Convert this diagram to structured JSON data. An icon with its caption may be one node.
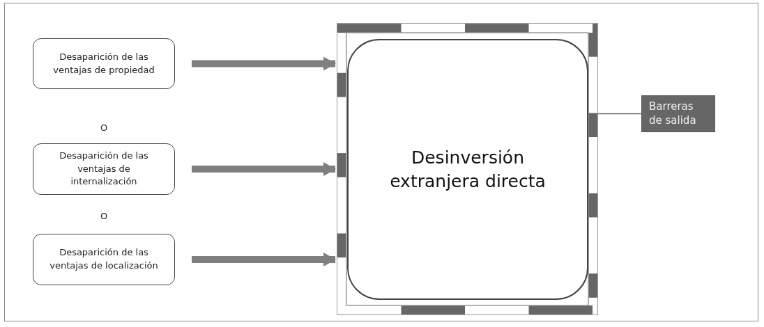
{
  "diagram": {
    "nodes": [
      {
        "text": [
          "Desaparición de las ventajas de propiedad"
        ]
      },
      {
        "text": [
          "Desaparición de las ventajas de internalización"
        ]
      },
      {
        "text": [
          "Desaparición de las ventajas de localización"
        ]
      },
      {
        "text": [],
        "shape": "box"
      },
      {
        "text": [
          "Desinversión extranjera directa"
        ],
        "in": 3
      },
      {
        "text": [
          "Barreras de salida"
        ]
      }
    ],
    "edges": [
      {
        "from": 0,
        "to": 3,
        "arrow": "to"
      },
      {
        "from": 1,
        "to": 3,
        "arrow": "to"
      },
      {
        "from": 2,
        "to": 3,
        "arrow": "to"
      },
      {
        "from": 5,
        "to": 3,
        "arrow": "none"
      }
    ],
    "labels": [
      "O",
      "O"
    ]
  }
}
